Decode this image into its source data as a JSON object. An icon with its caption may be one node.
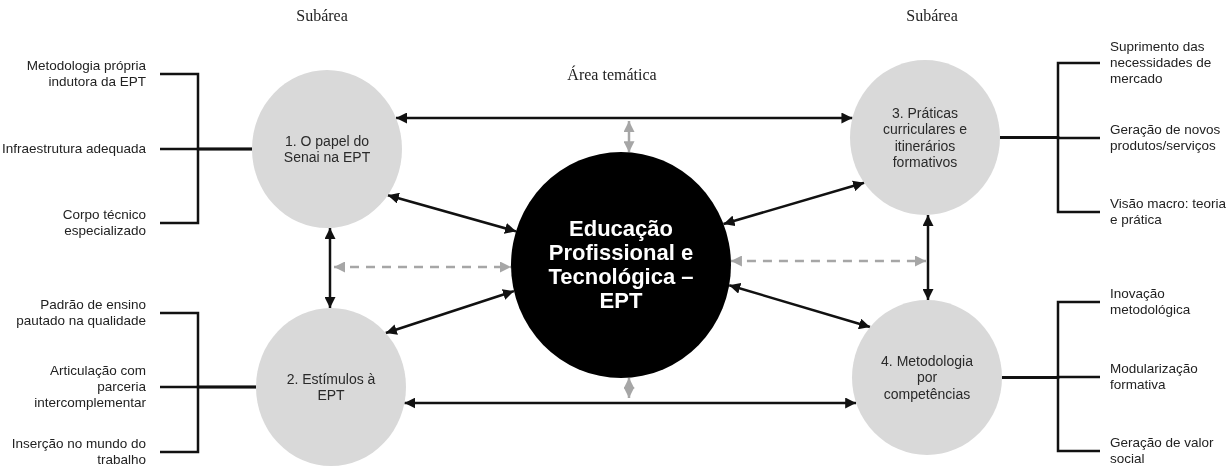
{
  "diagram": {
    "nodes": [
      {
        "text": [
          "Metodologia própria indutora da EPT"
        ]
      },
      {
        "text": [
          "Infraestrutura adequada"
        ]
      },
      {
        "text": [
          "Corpo técnico especializado"
        ]
      },
      {
        "text": [
          "1. O papel do Senai na EPT"
        ]
      },
      {
        "text": [
          "3. Práticas curriculares e itinerários formativos"
        ]
      },
      {
        "text": [
          "Suprimento das necessidades de mercado"
        ]
      },
      {
        "text": [
          "Geração de novos produtos/serviços"
        ]
      },
      {
        "text": [
          "Visão macro: teoria e prática"
        ]
      },
      {
        "text": [
          "Educação Profissional e Tecnológica – EPT"
        ]
      },
      {
        "text": [
          "Padrão de ensino pautado na qualidade"
        ]
      },
      {
        "text": [
          "Articulação com parceria intercomplementar"
        ]
      },
      {
        "text": [
          "Inserção no mundo do trabalho"
        ]
      },
      {
        "text": [
          "2. Estímulos à EPT"
        ]
      },
      {
        "text": [
          "4. Metodologia por competências"
        ]
      },
      {
        "text": [
          "Inovação metodológica"
        ]
      },
      {
        "text": [
          "Modularização formativa"
        ]
      },
      {
        "text": [
          "Geração de valor social"
        ]
      }
    ],
    "edges": [
      {
        "from": 3,
        "to": 4,
        "arrow": "both"
      },
      {
        "from": 3,
        "to": 8,
        "arrow": "both"
      },
      {
        "from": 4,
        "to": 8,
        "arrow": "both"
      },
      {
        "from": 3,
        "to": 12,
        "arrow": "both"
      },
      {
        "from": 4,
        "to": 13,
        "arrow": "both"
      },
      {
        "from": 12,
        "to": 8,
        "arrow": "both"
      },
      {
        "from": 13,
        "to": 8,
        "arrow": "both"
      },
      {
        "from": 12,
        "to": 13,
        "arrow": "both"
      },
      {
        "from": null,
        "to": 8,
        "arrow": "both",
        "style": "dashed",
        "color": "#a6a6a6"
      },
      {
        "from": 8,
        "to": null,
        "arrow": "both",
        "style": "dashed",
        "color": "#a6a6a6"
      },
      {
        "from": null,
        "to": 8,
        "arrow": "both",
        "color": "#a6a6a6"
      },
      {
        "from": 8,
        "to": null,
        "arrow": "both",
        "color": "#a6a6a6"
      },
      {
        "from": 0,
        "to": 3,
        "arrow": "none"
      },
      {
        "from": 1,
        "to": 3,
        "arrow": "none"
      },
      {
        "from": 2,
        "to": 3,
        "arrow": "none"
      },
      {
        "from": 5,
        "to": 4,
        "arrow": "none"
      },
      {
        "from": 6,
        "to": 4,
        "arrow": "none"
      },
      {
        "from": 7,
        "to": 4,
        "arrow": "none"
      },
      {
        "from": 9,
        "to": 12,
        "arrow": "none"
      },
      {
        "from": 10,
        "to": 12,
        "arrow": "none"
      },
      {
        "from": 11,
        "to": 12,
        "arrow": "none"
      },
      {
        "from": 14,
        "to": 13,
        "arrow": "none"
      },
      {
        "from": 15,
        "to": 13,
        "arrow": "none"
      },
      {
        "from": 16,
        "to": 13,
        "arrow": "none"
      }
    ],
    "labels": [
      "Subárea",
      "Subárea",
      "Área temática"
    ]
  }
}
